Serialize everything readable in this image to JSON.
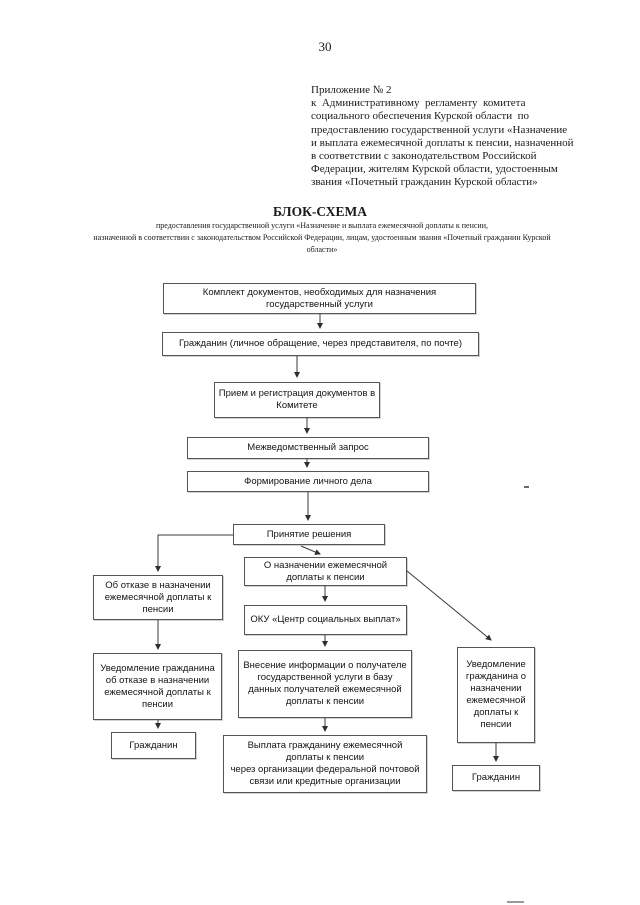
{
  "page": {
    "number": "30"
  },
  "annex": {
    "lines": [
      "Приложение № 2",
      "к  Административному  регламенту  комитета",
      "социального обеспечения Курской области  по",
      "предоставлению государственной услуги «Назначение",
      "и выплата ежемесячной доплаты к пенсии, назначенной",
      "в соответствии с законодательством Российской",
      "Федерации, жителям Курской области, удостоенным",
      "звания «Почетный гражданин Курской области»"
    ]
  },
  "title": "БЛОК-СХЕМА",
  "subtitle": {
    "lines": [
      "предоставления государственной услуги  «Назначение и выплата ежемесячной доплаты к пенсии,",
      "назначенной в соответствии с законодательством Российской Федерации, лицам, удостоенным звания «Почетный гражданин Курской",
      "области»"
    ]
  },
  "flowchart": {
    "nodes": {
      "documents_set": "Комплект документов, необходимых для назначения\nгосударственный услуги",
      "citizen_application": "Гражданин (личное обращение, через представителя, по почте)",
      "reception_registration": "Прием и регистрация документов в\nКомитете",
      "interagency_request": "Межведомственный запрос",
      "personal_file": "Формирование личного дела",
      "decision": "Принятие решения",
      "refusal_decision": "Об отказе в назначении\nежемесячной доплаты к\nпенсии",
      "assignment_decision": "О назначении ежемесячной\nдоплаты к пенсии",
      "oku_center": "ОКУ «Центр социальных выплат»",
      "refusal_notice": "Уведомление гражданина\nоб отказе в назначении\nежемесячной доплаты к\nпенсии",
      "database_entry": "Внесение информации о получателе\nгосударственной услуги в базу\nданных получателей ежемесячной\nдоплаты к пенсии",
      "assignment_notice": "Уведомление\nгражданина  о\nназначении\nежемесячной\nдоплаты к\nпенсии",
      "citizen_left": "Гражданин",
      "payment": "Выплата гражданину ежемесячной\nдоплаты к пенсии\nчерез организации федеральной почтовой\nсвязи или кредитные организации",
      "citizen_right": "Гражданин"
    }
  }
}
